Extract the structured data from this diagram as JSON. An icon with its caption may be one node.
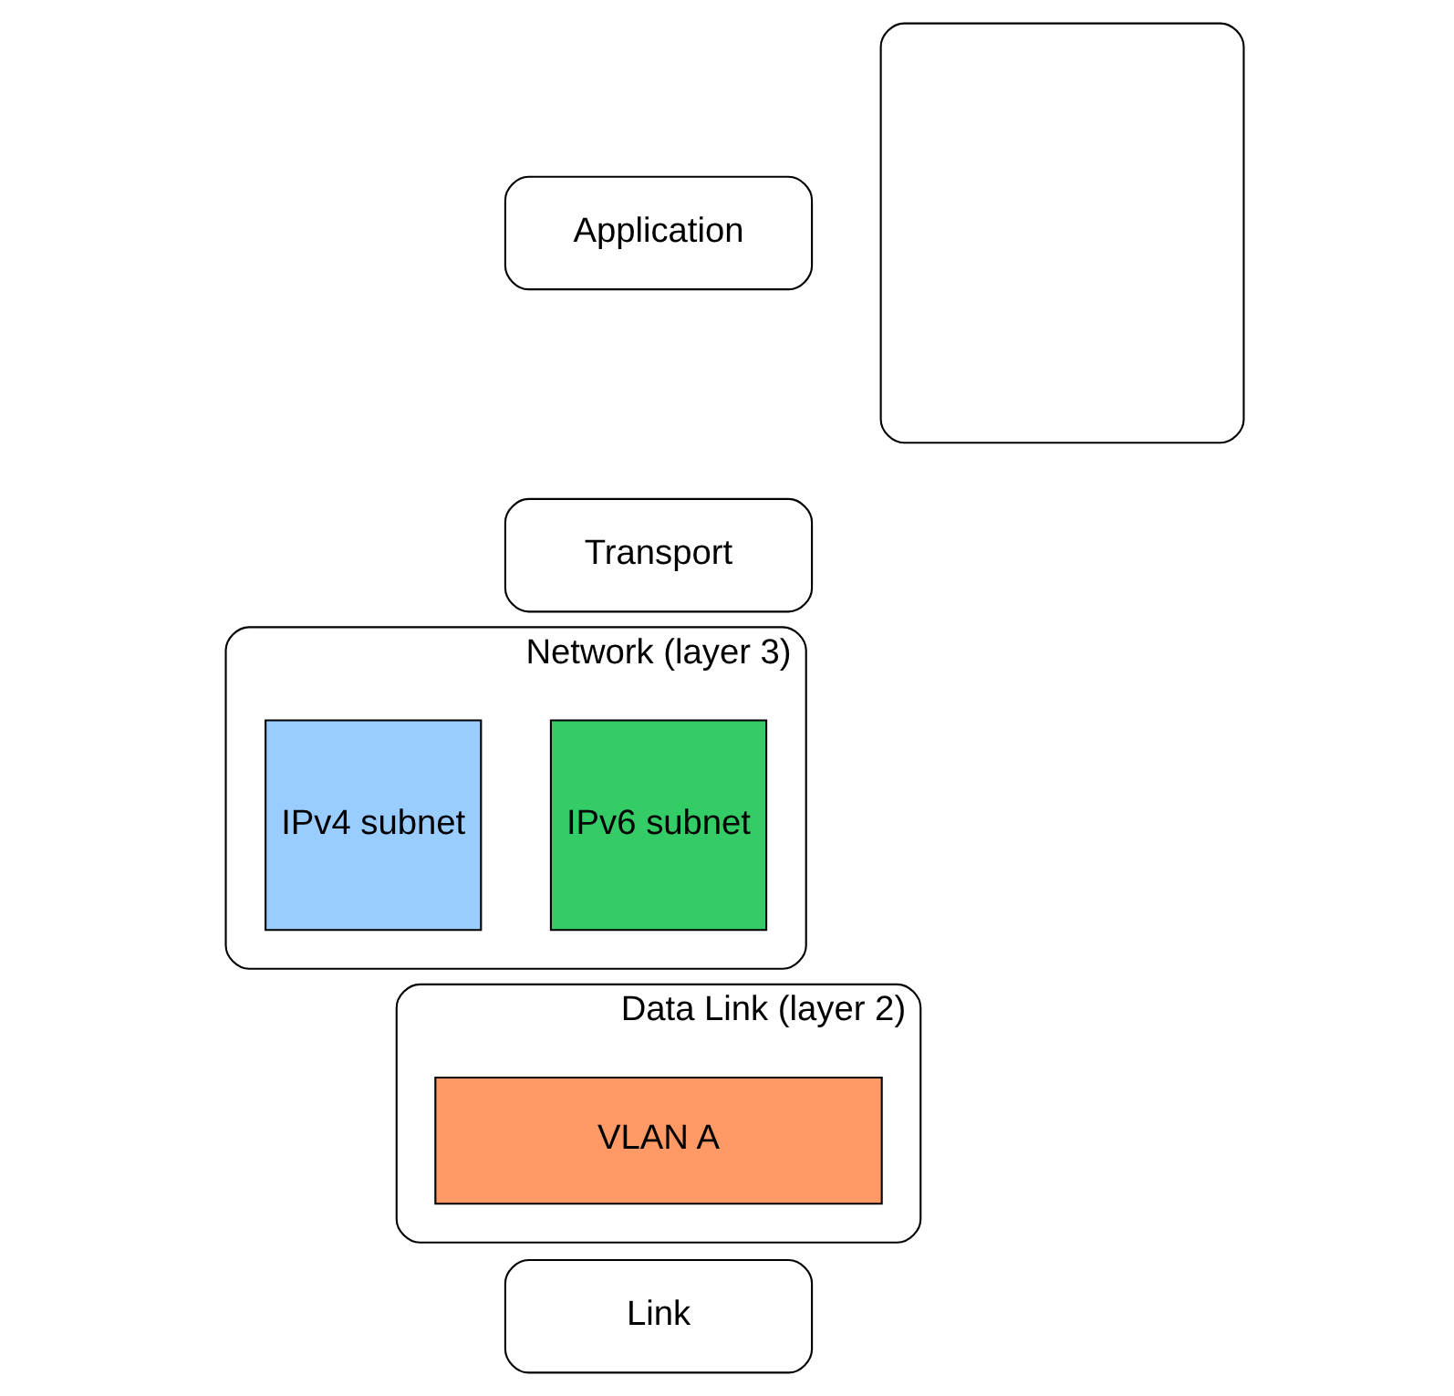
{
  "diagram": {
    "nodes": [
      {
        "text": [
          "Application"
        ]
      },
      {
        "text": [
          "Transport"
        ]
      },
      {
        "text": [],
        "shape": "box"
      },
      {
        "text": [
          "Network (layer 3)"
        ]
      },
      {
        "text": [
          "IPv6 subnet"
        ],
        "in": 3
      },
      {
        "text": [
          "IPv4 subnet"
        ],
        "in": 3
      },
      {
        "text": [
          "Data Link (layer 2)"
        ]
      },
      {
        "text": [
          "VLAN A"
        ],
        "in": 6
      },
      {
        "text": [
          "Link"
        ]
      }
    ]
  }
}
